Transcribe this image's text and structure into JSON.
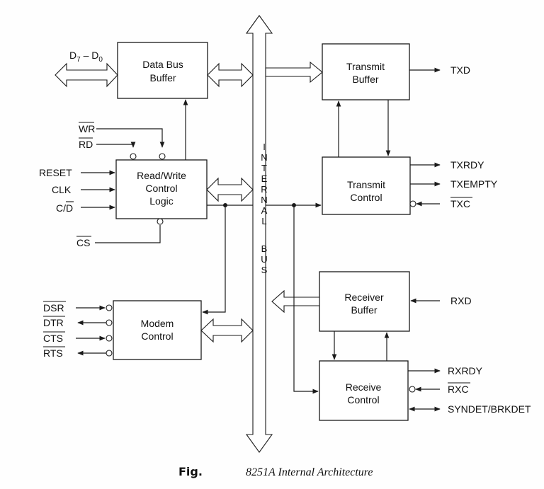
{
  "blocks": {
    "data_bus_buffer": [
      "Data Bus",
      "Buffer"
    ],
    "rw_control": [
      "Read/Write",
      "Control",
      "Logic"
    ],
    "modem_control": [
      "Modem",
      "Control"
    ],
    "transmit_buffer": [
      "Transmit",
      "Buffer"
    ],
    "transmit_control": [
      "Transmit",
      "Control"
    ],
    "receiver_buffer": [
      "Receiver",
      "Buffer"
    ],
    "receive_control": [
      "Receive",
      "Control"
    ]
  },
  "internal_bus": {
    "word1": [
      "I",
      "N",
      "T",
      "E",
      "R",
      "N",
      "A",
      "L"
    ],
    "word2": [
      "B",
      "U",
      "S"
    ]
  },
  "signals": {
    "data": {
      "main": "D",
      "sub": "7",
      "dash": " – D",
      "sub2": "0"
    },
    "wr": "WR",
    "rd": "RD",
    "reset": "RESET",
    "clk": "CLK",
    "cd_c": "C/",
    "cd_d": "D",
    "cs": "CS",
    "dsr": "DSR",
    "dtr": "DTR",
    "cts": "CTS",
    "rts": "RTS",
    "txd": "TXD",
    "txrdy": "TXRDY",
    "txempty": "TXEMPTY",
    "txc": "TXC",
    "rxd": "RXD",
    "rxrdy": "RXRDY",
    "rxc": "RXC",
    "syndet": "SYNDET/BRKDET"
  },
  "caption": {
    "label": "Fig.",
    "title": "8251A Internal Architecture"
  }
}
